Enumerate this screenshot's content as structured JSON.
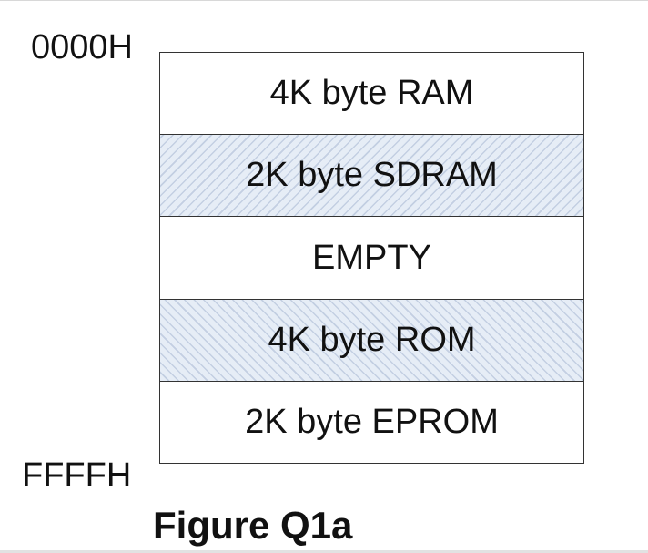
{
  "diagram": {
    "start_address": "0000H",
    "end_address": "FFFFH",
    "caption": "Figure Q1a",
    "fill_color": "#e6edf6",
    "hatch_color": "#c3cfe2",
    "blocks": [
      {
        "label": "4K byte RAM",
        "hatched": false
      },
      {
        "label": "2K byte SDRAM",
        "hatched": true
      },
      {
        "label": "EMPTY",
        "hatched": false
      },
      {
        "label": "4K byte ROM",
        "hatched": true
      },
      {
        "label": "2K byte EPROM",
        "hatched": false
      }
    ]
  }
}
